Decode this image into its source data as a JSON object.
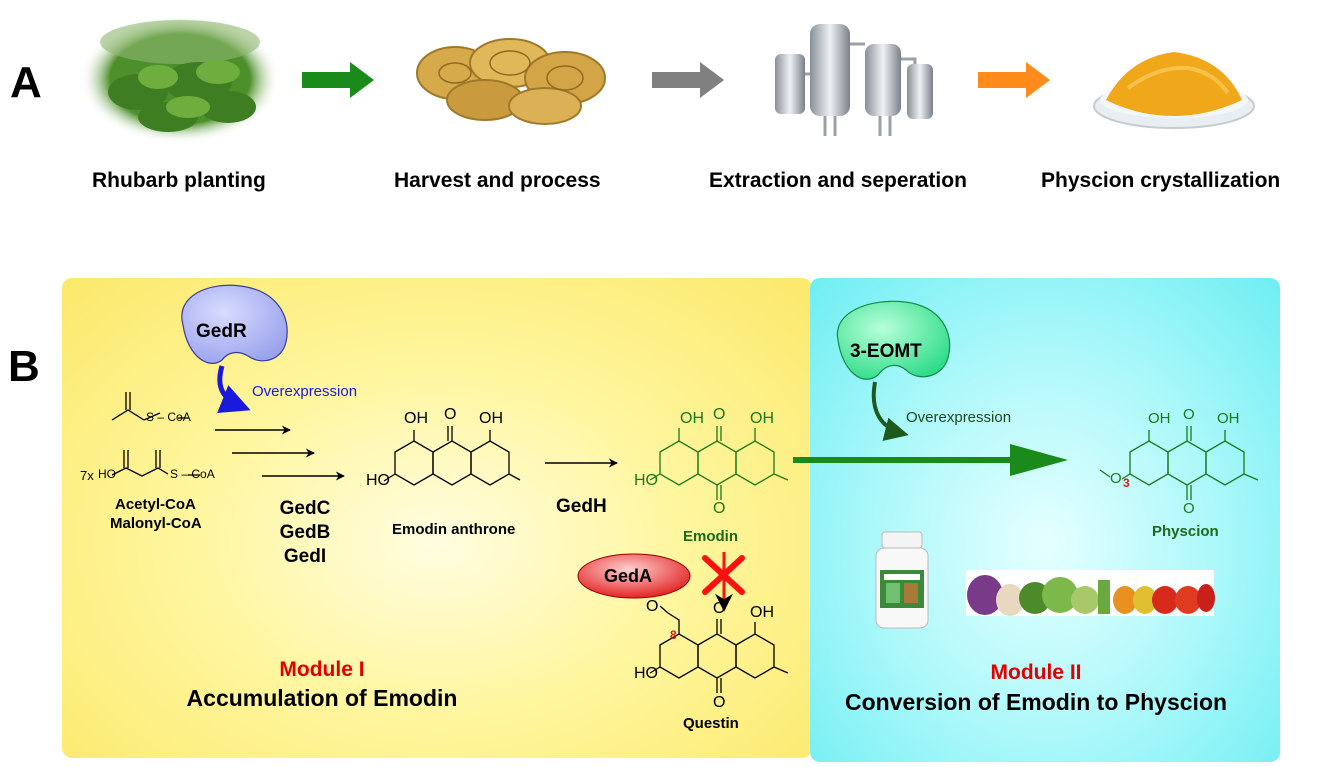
{
  "panel_a": {
    "letter": "A",
    "steps": [
      {
        "label": "Rhubarb planting"
      },
      {
        "label": "Harvest and process"
      },
      {
        "label": "Extraction and seperation"
      },
      {
        "label": "Physcion crystallization"
      }
    ],
    "arrow_colors": [
      "#1a8a1a",
      "#808080",
      "#ff8c1a"
    ]
  },
  "panel_b": {
    "letter": "B",
    "module1": {
      "title": "Module I",
      "subtitle": "Accumulation of Emodin",
      "color": "#fff27a"
    },
    "module2": {
      "title": "Module II",
      "subtitle": "Conversion of Emodin to Physcion",
      "color": "#7ff4f7"
    },
    "enzymes": {
      "gedr": "GedR",
      "eomt": "3-EOMT",
      "geda": "GedA",
      "gedh": "GedH",
      "gedc": "GedC",
      "gedb": "GedB",
      "gedi": "GedI"
    },
    "overexpression_1": "Overexpression",
    "overexpression_2": "Overexpression",
    "substrates": {
      "multiplier": "7x",
      "acetyl": "Acetyl-CoA",
      "malonyl": "Malonyl-CoA",
      "s_coa": "S",
      "coa": "CoA",
      "ho": "HO"
    },
    "compounds": {
      "emodin_anthrone": "Emodin anthrone",
      "emodin": "Emodin",
      "questin": "Questin",
      "physcion": "Physcion"
    },
    "atoms": {
      "oh": "OH",
      "ho": "HO",
      "o": "O",
      "pos8": "8",
      "pos3": "3"
    },
    "product_label": "Physcion"
  }
}
